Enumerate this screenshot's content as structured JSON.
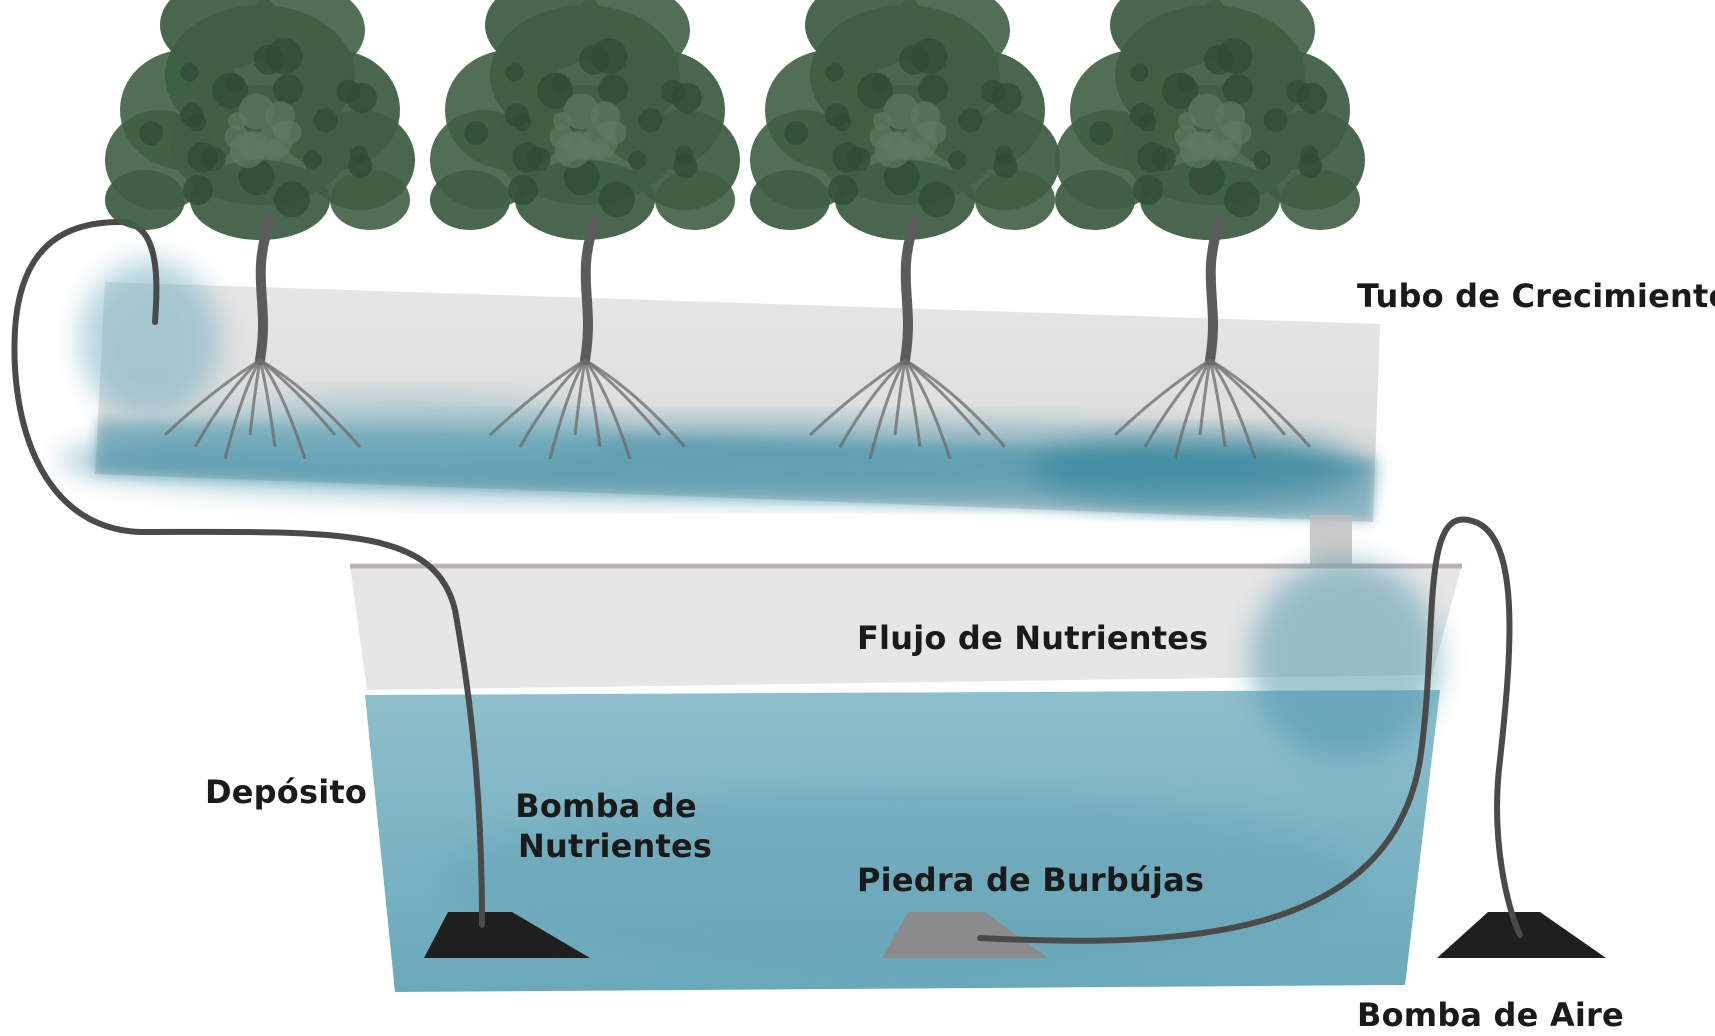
{
  "labels": {
    "growth_tube": "Tubo de Crecimiento",
    "nutrient_flow": "Flujo de Nutrientes",
    "reservoir": "Depósito",
    "nutrient_pump_line1": "Bomba de",
    "nutrient_pump_line2": "Nutrientes",
    "air_stone": "Piedra de Burbújas",
    "air_pump": "Bomba de Aire"
  },
  "plants": {
    "count": 4,
    "kind": "tree"
  },
  "colors": {
    "water": "#5e9fb2",
    "water_deep": "#2c7f96",
    "tube": "#dcdcdc",
    "reservoir_air": "#e6e6e6",
    "hose": "#4a4a4a",
    "pump": "#1f1f1f",
    "air_stone": "#8c8c8c",
    "foliage": "#3f5f44",
    "trunk": "#5b5b5b"
  }
}
